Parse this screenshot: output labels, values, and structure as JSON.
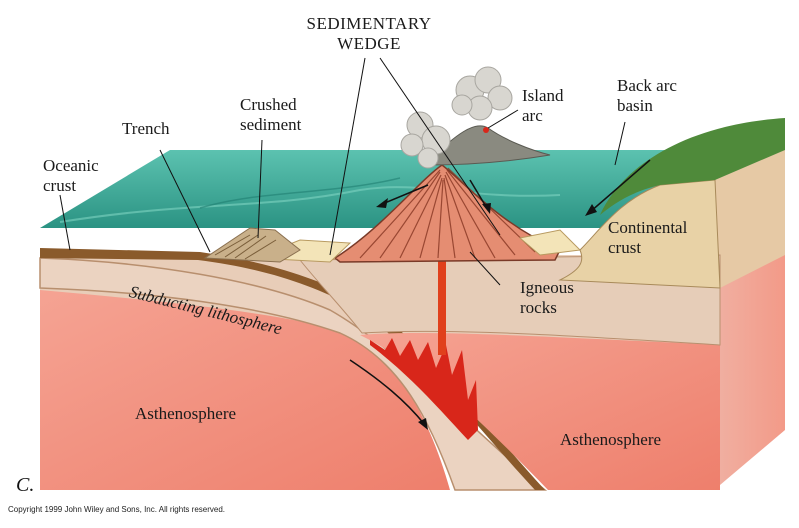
{
  "diagram": {
    "labels": {
      "sedimentary_wedge_line1": "SEDIMENTARY",
      "sedimentary_wedge_line2": "WEDGE",
      "island_arc_line1": "Island",
      "island_arc_line2": "arc",
      "back_arc_line1": "Back arc",
      "back_arc_line2": "basin",
      "crushed_line1": "Crushed",
      "crushed_line2": "sediment",
      "trench": "Trench",
      "oceanic_line1": "Oceanic",
      "oceanic_line2": "crust",
      "continental_line1": "Continental",
      "continental_line2": "crust",
      "igneous_line1": "Igneous",
      "igneous_line2": "rocks",
      "subducting": "Subducting lithosphere",
      "asthenosphere_left": "Asthenosphere",
      "asthenosphere_right": "Asthenosphere"
    },
    "panel_letter": "C.",
    "copyright": "Copyright 1999 John Wiley and Sons, Inc. All rights reserved.",
    "colors": {
      "ocean": "#2f9e8e",
      "ocean_light": "#5fc0ae",
      "crust_brown": "#8a5a2b",
      "lithosphere": "#e4c9b4",
      "asthenosphere": "#f08a78",
      "continental": "#e8d2a6",
      "magma": "#d8261a",
      "vegetation": "#4f8a3a"
    }
  }
}
